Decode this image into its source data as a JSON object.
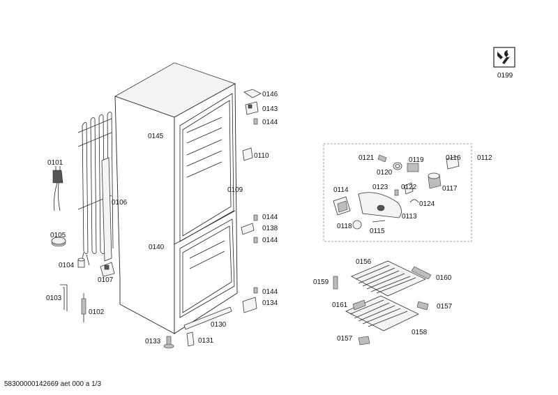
{
  "labels": {
    "p0101": "0101",
    "p0102": "0102",
    "p0103": "0103",
    "p0104": "0104",
    "p0105": "0105",
    "p0106": "0106",
    "p0107": "0107",
    "p0109": "0109",
    "p0110": "0110",
    "p0112": "0112",
    "p0113": "0113",
    "p0114": "0114",
    "p0115": "0115",
    "p0116": "0116",
    "p0117": "0117",
    "p0118": "0118",
    "p0119": "0119",
    "p0120": "0120",
    "p0121": "0121",
    "p0122": "0122",
    "p0123": "0123",
    "p0124": "0124",
    "p0130": "0130",
    "p0131": "0131",
    "p0133": "0133",
    "p0134": "0134",
    "p0138": "0138",
    "p0140": "0140",
    "p0143": "0143",
    "p0144a": "0144",
    "p0144b": "0144",
    "p0144c": "0144",
    "p0144d": "0144",
    "p0145": "0145",
    "p0146": "0146",
    "p0156": "0156",
    "p0157a": "0157",
    "p0157b": "0157",
    "p0158": "0158",
    "p0159": "0159",
    "p0160": "0160",
    "p0161": "0161",
    "p0199": "0199"
  },
  "footer": "58300000142669 aet 000 a 1/3"
}
